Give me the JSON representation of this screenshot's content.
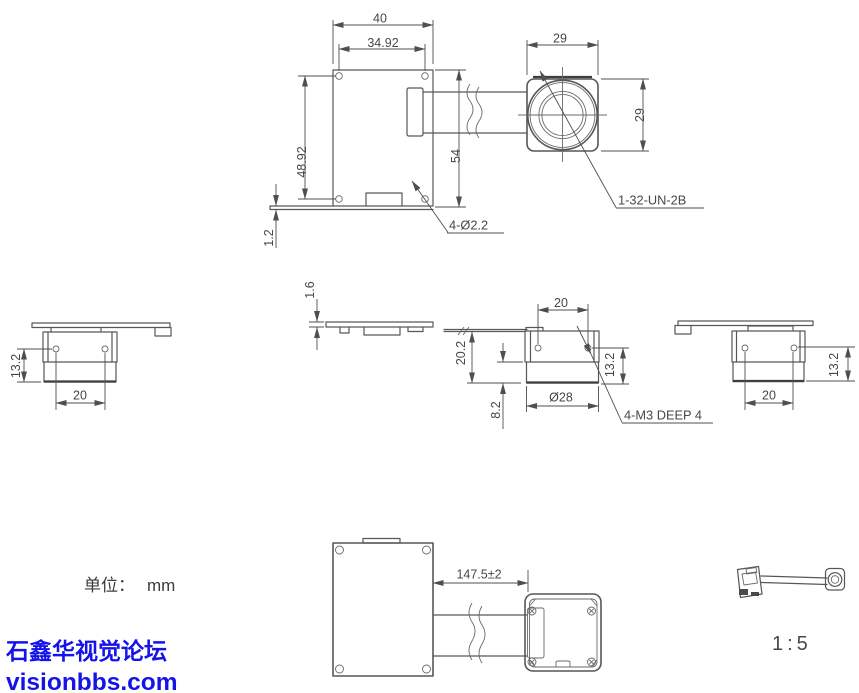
{
  "views": {
    "board_back": {
      "dim_width": "40",
      "dim_hole_span_h": "34.92",
      "dim_hole_span_v": "48.92",
      "dim_board_thickness": "1.2",
      "dim_height": "54",
      "callout_holes": "4-Ø2.2"
    },
    "lens_front": {
      "dim_width": "29",
      "dim_height": "29",
      "callout_thread": "1-32-UN-2B"
    },
    "head_left_side": {
      "dim_hole_offset": "13.2",
      "dim_hole_span": "20"
    },
    "pcb_edge": {
      "dim_thickness": "1.6"
    },
    "head_side": {
      "dim_hole_span": "20",
      "dim_height": "20.2",
      "dim_mount_step": "8.2",
      "dim_mount_dia": "Ø28",
      "dim_hole_offset": "13.2",
      "callout_thread_holes": "4-M3 DEEP 4"
    },
    "head_right_side": {
      "dim_hole_offset": "13.2",
      "dim_hole_span": "20"
    },
    "assembly_overview": {
      "dim_cable_length": "147.5±2"
    }
  },
  "notes": {
    "unit_label": "单位：",
    "unit_value": "mm",
    "scale_ratio": "1:5"
  },
  "watermark": {
    "forum_name": "石鑫华视觉论坛",
    "website": "visionbbs.com"
  },
  "colors": {
    "line": "#575757",
    "dim": "#4f4f4f",
    "watermark_blue": "#1414e8",
    "background": "#ffffff"
  }
}
